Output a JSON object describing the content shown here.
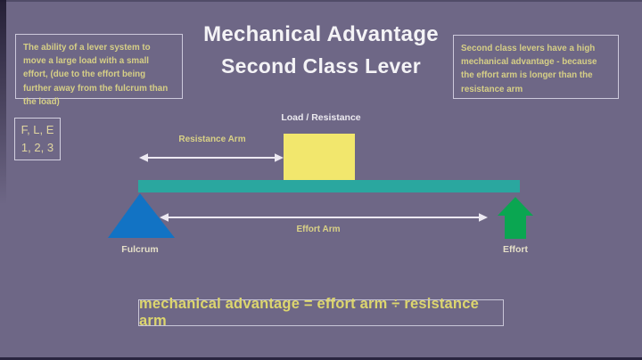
{
  "title": {
    "line1": "Mechanical Advantage",
    "line2": "Second Class Lever"
  },
  "left_note": "The ability of a lever system to move a large load with a small effort, (due to the effort being further away from the fulcrum than the load)",
  "right_note": "Second class levers have a high mechanical advantage - because the effort arm is longer than the resistance arm",
  "fle_box": {
    "line1": "F, L, E",
    "line2": "1, 2, 3"
  },
  "diagram": {
    "load_label": "Load / Resistance",
    "resistance_arm_label": "Resistance Arm",
    "effort_arm_label": "Effort Arm",
    "fulcrum_label": "Fulcrum",
    "effort_label": "Effort"
  },
  "formula": "mechanical advantage = effort arm ÷ resistance arm",
  "colors": {
    "background": "#6e6786",
    "beam_teal": "#2aa79f",
    "load_yellow": "#f2e76d",
    "fulcrum_blue": "#1273c4",
    "effort_green": "#0aa651",
    "accent_text_yellow": "#d9d186",
    "title_white": "#f4f3f6"
  }
}
